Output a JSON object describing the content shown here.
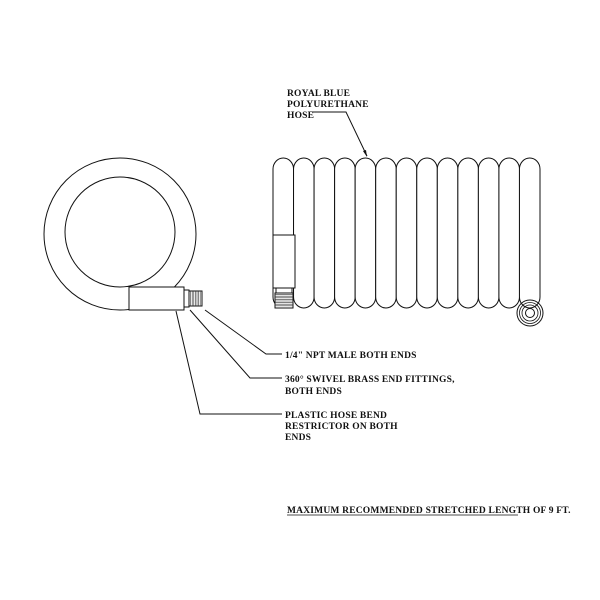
{
  "labels": {
    "hose": [
      "ROYAL BLUE",
      "POLYURETHANE",
      "HOSE"
    ],
    "npt": [
      "1/4\" NPT MALE BOTH ENDS"
    ],
    "swivel": [
      "360° SWIVEL BRASS END FITTINGS,",
      "BOTH ENDS"
    ],
    "restrictor": [
      "PLASTIC HOSE BEND",
      "RESTRICTOR ON BOTH",
      "ENDS"
    ],
    "note": "MAXIMUM RECOMMENDED STRETCHED LENGTH OF 9 FT."
  },
  "coil": {
    "loop_count": 13
  },
  "colors": {
    "line": "#111111",
    "background": "#ffffff"
  }
}
